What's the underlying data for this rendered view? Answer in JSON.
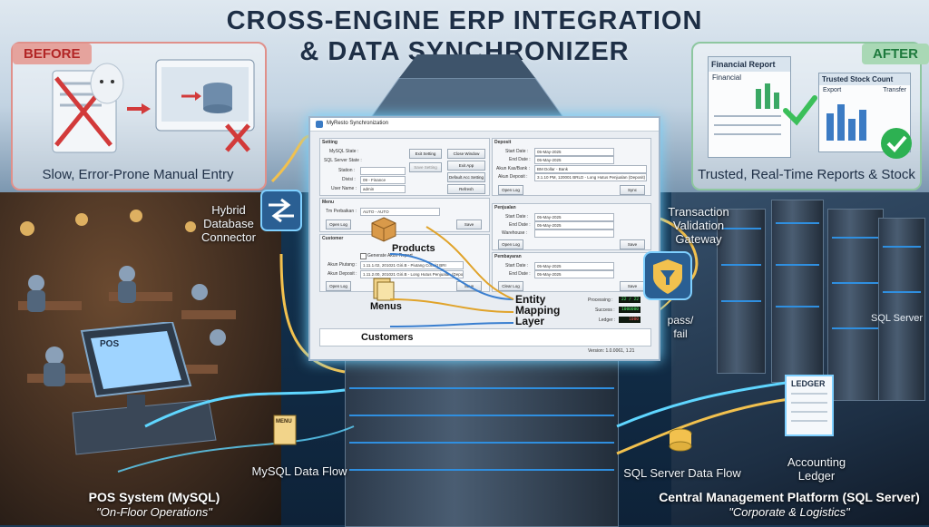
{
  "title": {
    "line1": "CROSS-ENGINE ERP INTEGRATION",
    "line2": "& DATA SYNCHRONIZER"
  },
  "before": {
    "tag": "BEFORE",
    "caption": "Slow, Error-Prone Manual Entry"
  },
  "after": {
    "tag": "AFTER",
    "caption": "Trusted, Real-Time Reports & Stock",
    "report_title": "Financial Report",
    "report_subtitle": "Financial",
    "stock_title": "Trusted Stock Count",
    "stock_col1": "Export",
    "stock_col2": "Transfer"
  },
  "labels": {
    "hybrid": "Hybrid Database Connector",
    "gateway": "Transaction Validation Gateway",
    "pass_fail": "pass/ fail",
    "entity_mapping": "Entity Mapping Layer",
    "products": "Products",
    "menus": "Menus",
    "customers": "Customers",
    "mysql_flow": "MySQL Data Flow",
    "sqlserver_flow": "SQL Server Data Flow",
    "accounting_ledger": "Accounting Ledger",
    "ledger_doc": "LEDGER",
    "menu_doc": "MENU",
    "pos_screen": "POS",
    "sql_server_brand": "SQL Server"
  },
  "bottom": {
    "pos_title": "POS System (MySQL)",
    "pos_sub": "\"On-Floor Operations\"",
    "central_title": "Central Management Platform (SQL Server)",
    "central_sub": "\"Corporate & Logistics\""
  },
  "app": {
    "window_title": "MyResto Synchronization",
    "setting": {
      "title": "Setting",
      "mysql_state": "MySQL State :",
      "sqlserver_state": "SQL Server State :",
      "station": "Station :",
      "divisi": "Divisi :",
      "divisi_value": "09 - Finance",
      "username": "User Name :",
      "username_value": "admin",
      "btn_exit_setting": "Exit Setting",
      "btn_save_setting": "Save Setting",
      "btn_close_window": "Close Window",
      "btn_exit_app": "Exit App",
      "btn_default": "Default Acc Setting",
      "btn_refresh": "Refresh"
    },
    "menu": {
      "title": "Menu",
      "field_label": "Tm Perbaikan :",
      "field_value": "AUTO - AUTO",
      "btn_open_log": "Open Log",
      "btn_save": "Save"
    },
    "customer": {
      "title": "Customer",
      "chk_label": "Generate Akun Report",
      "akun_piutang": "Akun Piutang :",
      "akun_piutang_value": "1.11.1.02, 201021 Giri.B - Piutang Cocokt BRI",
      "akun_deposit": "Akun Deposit :",
      "akun_deposit_value": "1.11.2.00, 201021 Giri.B - Long Hutus Penjualan (Deposit) BRI",
      "btn_open_log": "Open Log",
      "btn_save": "Save"
    },
    "deposit": {
      "title": "Deposit",
      "start_date": "Start Date :",
      "start_value": "05-May-2025",
      "end_date": "End Date :",
      "end_value": "05-May-2025",
      "akun_kas": "Akun Kas/Bank :",
      "akun_kas_value": "BM Dollar - Bank",
      "akun_deposit": "Akun Deposit :",
      "akun_deposit_value": "3.1.10 PM, 120001 BRLD - Long Hutus Penjualan (Deposit) BRI",
      "btn_open_log": "Open Log",
      "btn_sync": "Sync"
    },
    "penjualan": {
      "title": "Penjualan",
      "start_date": "Start Date :",
      "start_value": "05-May-2025",
      "end_date": "End Date :",
      "end_value": "05-May-2025",
      "warehouse": "Warehouse :",
      "btn_open_log": "Open Log",
      "btn_save": "Save"
    },
    "pembayaran": {
      "title": "Pembayaran",
      "start_date": "Start Date :",
      "start_value": "05-May-2025",
      "end_date": "End Date :",
      "end_value": "05-May-2025",
      "btn_open_log": "Clear Log",
      "btn_save": "Save"
    },
    "status": {
      "processing_label": "Processing :",
      "processing_value": "22 / 22",
      "success_label": "Success :",
      "success_value": "1000000",
      "ledger_label": "Ledger :",
      "ledger_value": "1000"
    },
    "version": "Version: 1.0.0061, 1.21"
  },
  "colors": {
    "flow_cyan": "#5fd6ff",
    "flow_gold": "#f2c14e",
    "accent_glow": "#6fd3ff"
  }
}
